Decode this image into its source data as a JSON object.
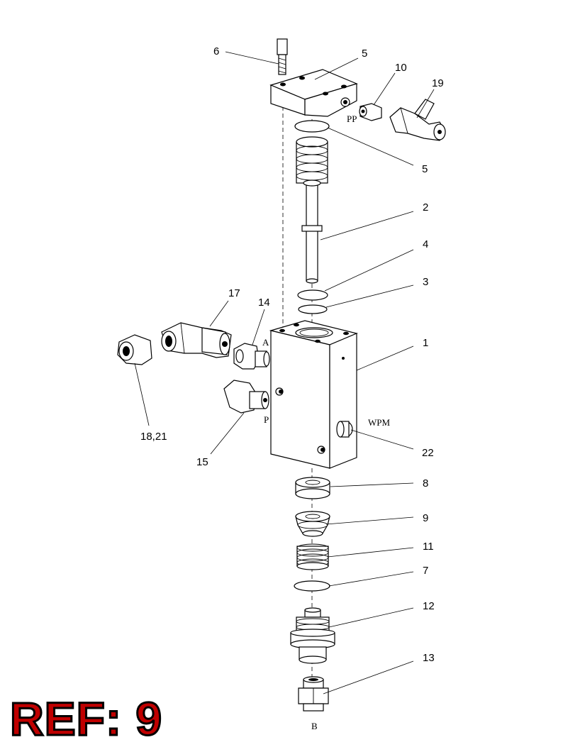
{
  "reference": {
    "text": "REF: 9"
  },
  "parts": [
    {
      "id": "1",
      "text": "1"
    },
    {
      "id": "2",
      "text": "2"
    },
    {
      "id": "3",
      "text": "3"
    },
    {
      "id": "4",
      "text": "4"
    },
    {
      "id": "5a",
      "text": "5"
    },
    {
      "id": "5b",
      "text": "5"
    },
    {
      "id": "6",
      "text": "6"
    },
    {
      "id": "7",
      "text": "7"
    },
    {
      "id": "8",
      "text": "8"
    },
    {
      "id": "9",
      "text": "9"
    },
    {
      "id": "10",
      "text": "10"
    },
    {
      "id": "11",
      "text": "11"
    },
    {
      "id": "12",
      "text": "12"
    },
    {
      "id": "13",
      "text": "13"
    },
    {
      "id": "14",
      "text": "14"
    },
    {
      "id": "15",
      "text": "15"
    },
    {
      "id": "17",
      "text": "17"
    },
    {
      "id": "18_21",
      "text": "18,21"
    },
    {
      "id": "19",
      "text": "19"
    },
    {
      "id": "22",
      "text": "22"
    }
  ],
  "ports": {
    "pp": "PP",
    "a": "A",
    "p": "P",
    "wpm": "WPM",
    "b": "B"
  }
}
